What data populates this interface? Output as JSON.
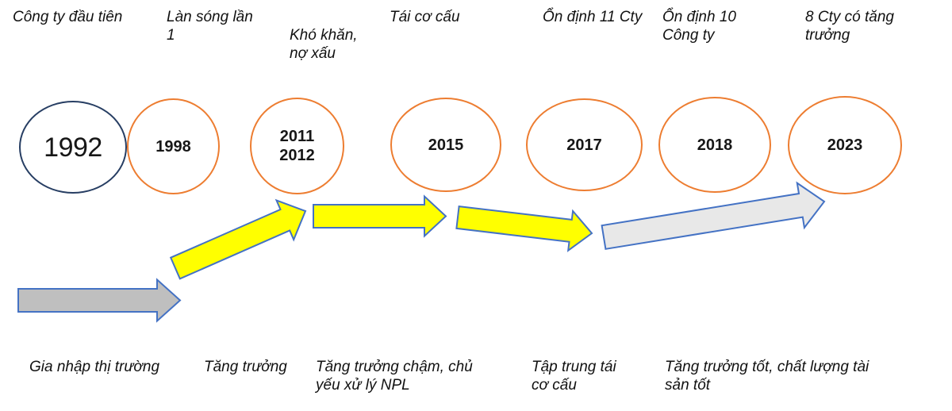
{
  "page": {
    "background": "#ffffff"
  },
  "timeline": {
    "milestones": [
      {
        "year": "1992",
        "top_label": "Công ty đầu tiên",
        "ring_color": "#273E63"
      },
      {
        "year": "1998",
        "top_label": "Làn sóng lần\n1",
        "ring_color": "#ED7D31"
      },
      {
        "year": "2011\n2012",
        "top_label": "Khó khăn,\nnợ xấu",
        "ring_color": "#ED7D31"
      },
      {
        "year": "2015",
        "top_label": "Tái cơ cấu",
        "ring_color": "#ED7D31"
      },
      {
        "year": "2017",
        "top_label": "Ổn định 11 Cty",
        "ring_color": "#ED7D31"
      },
      {
        "year": "2018",
        "top_label": "Ổn định 10\nCông ty",
        "ring_color": "#ED7D31"
      },
      {
        "year": "2023",
        "top_label": "8 Cty có tăng\ntrưởng",
        "ring_color": "#ED7D31"
      }
    ],
    "phases": [
      {
        "label": "Gia nhập thị trường",
        "arrow_fill": "#BFBFBF"
      },
      {
        "label": "Tăng trưởng",
        "arrow_fill": "#FFFF00"
      },
      {
        "label": "Tăng trưởng chậm, chủ\nyếu xử lý NPL",
        "arrow_fill": "#FFFF00"
      },
      {
        "label": "Tập trung tái\ncơ cấu",
        "arrow_fill": "#FFFF00"
      },
      {
        "label": "Tăng trưởng tốt, chất lượng tài\nsản tốt",
        "arrow_fill": "#E8E8E8"
      }
    ],
    "arrow_stroke": "#4472C4",
    "text_color": "#111111"
  }
}
